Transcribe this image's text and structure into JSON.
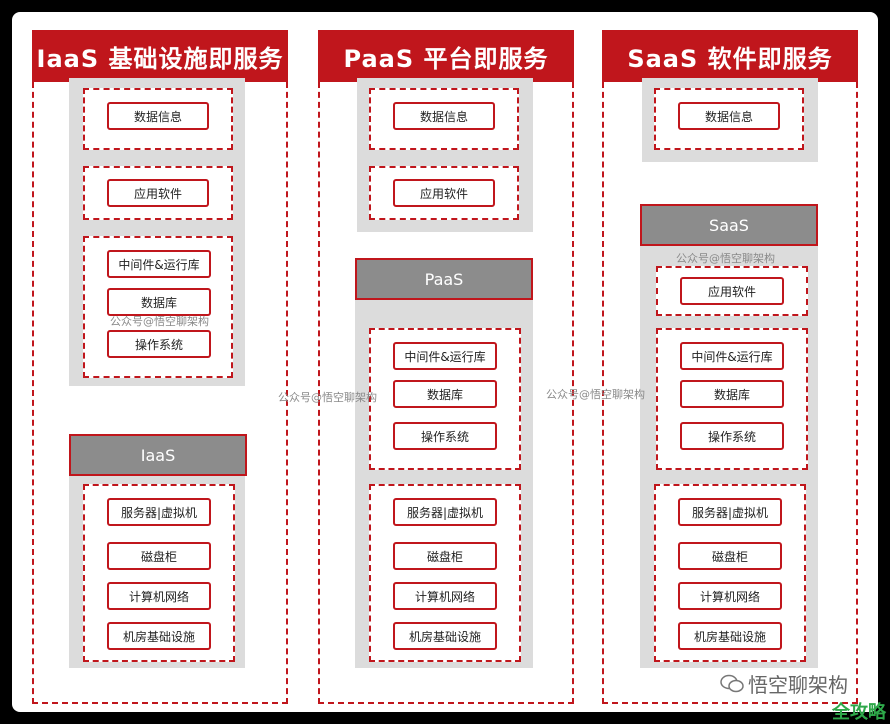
{
  "columns": [
    {
      "title": "IaaS 基础设施即服务",
      "top_groups": [
        [
          "数据信息"
        ],
        [
          "应用软件"
        ],
        [
          "中间件&运行库",
          "数据库",
          "操作系统"
        ]
      ],
      "layer_label": "IaaS",
      "bottom_items": [
        "服务器|虚拟机",
        "磁盘柜",
        "计算机网络",
        "机房基础设施"
      ]
    },
    {
      "title": "PaaS 平台即服务",
      "top_groups": [
        [
          "数据信息"
        ],
        [
          "应用软件"
        ]
      ],
      "layer_label": "PaaS",
      "middle_items": [
        "中间件&运行库",
        "数据库",
        "操作系统"
      ],
      "bottom_items": [
        "服务器|虚拟机",
        "磁盘柜",
        "计算机网络",
        "机房基础设施"
      ]
    },
    {
      "title": "SaaS 软件即服务",
      "top_groups": [
        [
          "数据信息"
        ]
      ],
      "layer_label": "SaaS",
      "upper_items": [
        "应用软件"
      ],
      "middle_items": [
        "中间件&运行库",
        "数据库",
        "操作系统"
      ],
      "bottom_items": [
        "服务器|虚拟机",
        "磁盘柜",
        "计算机网络",
        "机房基础设施"
      ]
    }
  ],
  "watermark": "公众号@悟空聊架构",
  "brand": "悟空聊架构",
  "corner_badge": "全攻略",
  "colors": {
    "accent": "#c0161c",
    "layer_gray": "#8c8c8c",
    "panel_gray": "#dcdcdc"
  }
}
